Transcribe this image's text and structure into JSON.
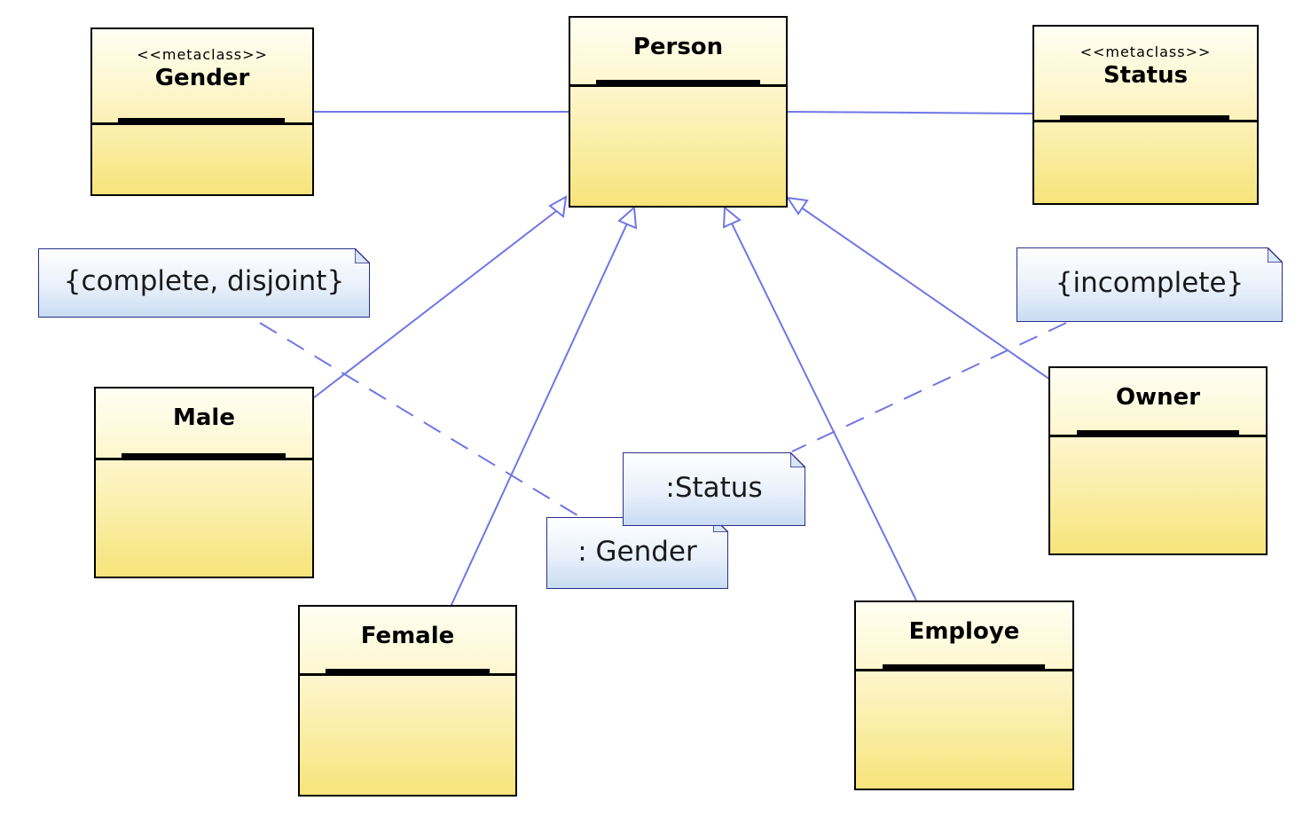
{
  "diagram": {
    "classes": {
      "gender": {
        "stereotype": "<<metaclass>>",
        "name": "Gender"
      },
      "person": {
        "name": "Person"
      },
      "status": {
        "stereotype": "<<metaclass>>",
        "name": "Status"
      },
      "male": {
        "name": "Male"
      },
      "female": {
        "name": "Female"
      },
      "employe": {
        "name": "Employe"
      },
      "owner": {
        "name": "Owner"
      }
    },
    "notes": {
      "complete_disjoint": "{complete, disjoint}",
      "incomplete": "{incomplete}",
      "status_powertype": ":Status",
      "gender_powertype": ": Gender"
    },
    "edges": [
      {
        "from": "gender",
        "to": "person",
        "kind": "association"
      },
      {
        "from": "status",
        "to": "person",
        "kind": "association"
      },
      {
        "from": "male",
        "to": "person",
        "kind": "generalization"
      },
      {
        "from": "female",
        "to": "person",
        "kind": "generalization"
      },
      {
        "from": "employe",
        "to": "person",
        "kind": "generalization"
      },
      {
        "from": "owner",
        "to": "person",
        "kind": "generalization"
      },
      {
        "from": "complete_disjoint",
        "to": "gender_powertype",
        "kind": "note-anchor"
      },
      {
        "from": "incomplete",
        "to": "status_powertype",
        "kind": "note-anchor"
      }
    ],
    "colors": {
      "connector": "#6f76e6",
      "class_border": "#000000",
      "note_border": "#2a2f8c",
      "class_fill_top": "#fffff3",
      "class_fill_bottom": "#f7e47a",
      "note_fill_bottom": "#c9dcf2"
    }
  }
}
